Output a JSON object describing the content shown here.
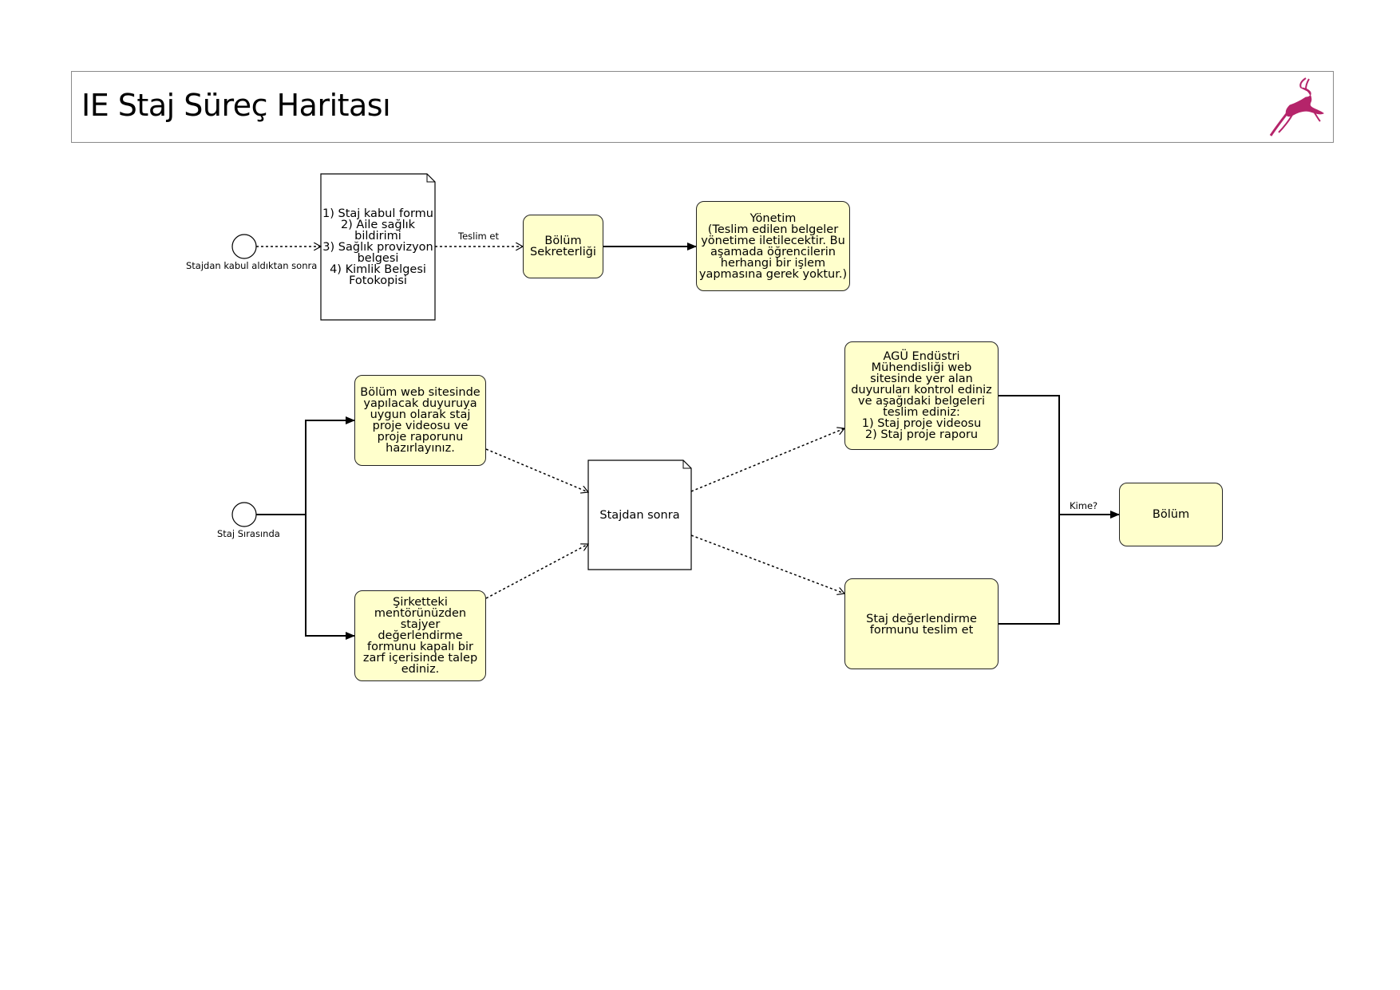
{
  "title": "IE Staj Süreç Haritası",
  "colors": {
    "task_fill": "#ffffcc",
    "logo": "#b5246a",
    "stroke": "#000000"
  },
  "icons": {
    "logo": "gazelle-logo-icon"
  },
  "flow1": {
    "start_label": "Stajdan kabul aldıktan sonra",
    "documents": "1) Staj kabul formu\n2) Aile sağlık bildirimi\n3) Sağlık provizyon belgesi\n4) Kimlik Belgesi Fotokopisi",
    "edge_label": "Teslim et",
    "secretary": "Bölüm Sekreterliği",
    "management": "Yönetim\n(Teslim edilen belgeler yönetime iletilecektir. Bu aşamada öğrencilerin herhangi bir işlem yapmasına gerek yoktur.)"
  },
  "flow2": {
    "start_label": "Staj Sırasında",
    "task_prepare": "Bölüm web sitesinde yapılacak duyuruya uygun olarak staj proje videosu ve proje raporunu hazırlayınız.",
    "task_request": "Şirketteki mentörünüzden stajyer değerlendirme formunu kapalı bir zarf içerisinde talep ediniz.",
    "document": "Stajdan sonra",
    "task_announce": "AGÜ Endüstri Mühendisliği web sitesinde yer alan duyuruları kontrol ediniz ve aşağıdaki belgeleri teslim ediniz:\n1) Staj proje videosu\n2) Staj proje raporu",
    "task_submit_form": "Staj değerlendirme formunu teslim et",
    "edge_label": "Kime?",
    "department": "Bölüm"
  }
}
